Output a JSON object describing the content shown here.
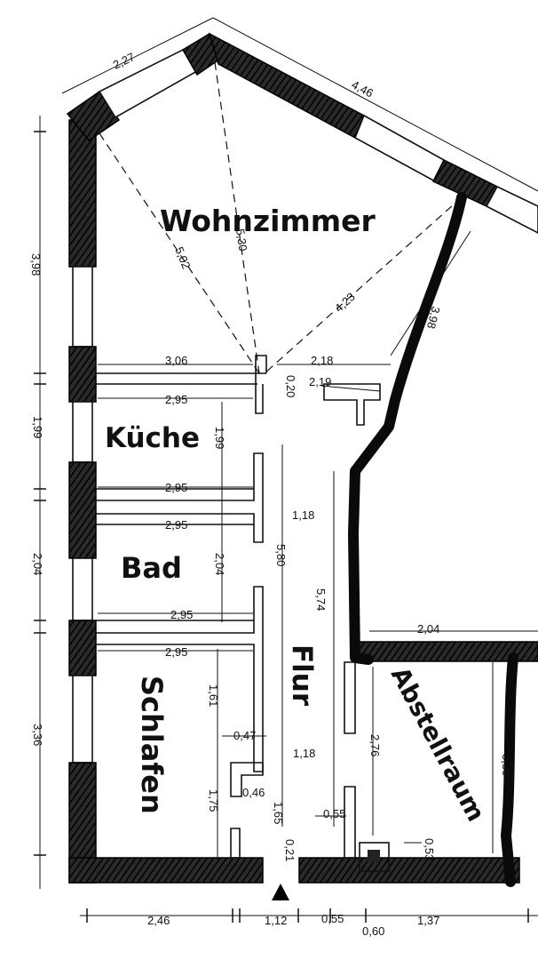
{
  "colors": {
    "ink": "#111111",
    "paper": "#ffffff",
    "wall": "#1c1c1c"
  },
  "rooms": {
    "wohnzimmer": "Wohnzimmer",
    "kueche": "Küche",
    "bad": "Bad",
    "schlafen": "Schlafen",
    "flur": "Flur",
    "abstellraum": "Abstellraum"
  },
  "dimensions": {
    "top_left_wall": "2,27",
    "top_right_wall": "4,46",
    "left_wohnzimmer": "3,98",
    "diag_5_02": "5,02",
    "diag_5_30": "5,30",
    "diag_4_23": "4,23",
    "right_3_98": "3,98",
    "kitchen_top": "3,06",
    "gap_2_18": "2,18",
    "small_0_20": "0,20",
    "gap_2_19": "2,19",
    "kitchen_wall_1": "2,95",
    "left_kueche": "1,99",
    "kueche_inner": "1,99",
    "kitchen_wall_2": "2,95",
    "bad_wall_1": "2,95",
    "door_1_18_a": "1,18",
    "flur_5_80": "5,80",
    "left_bad": "2,04",
    "bad_inner": "2,04",
    "flur_5_74": "5,74",
    "abstell_top": "2,04",
    "bad_wall_2": "2,95",
    "schlafen_wall": "2,95",
    "schlafen_1_61": "1,61",
    "left_schlafen": "3,36",
    "abstell_2_76": "2,76",
    "abstell_3_30": "3,30",
    "small_0_47": "0,47",
    "door_1_18_b": "1,18",
    "small_0_46": "0,46",
    "schlafen_1_75": "1,75",
    "flur_1_65": "1,65",
    "small_0_55_a": "0,55",
    "small_0_21": "0,21",
    "small_0_53": "0,53",
    "bottom_2_46": "2,46",
    "bottom_1_12": "1,12",
    "bottom_0_55": "0,55",
    "bottom_0_60": "0,60",
    "bottom_1_37": "1,37"
  }
}
